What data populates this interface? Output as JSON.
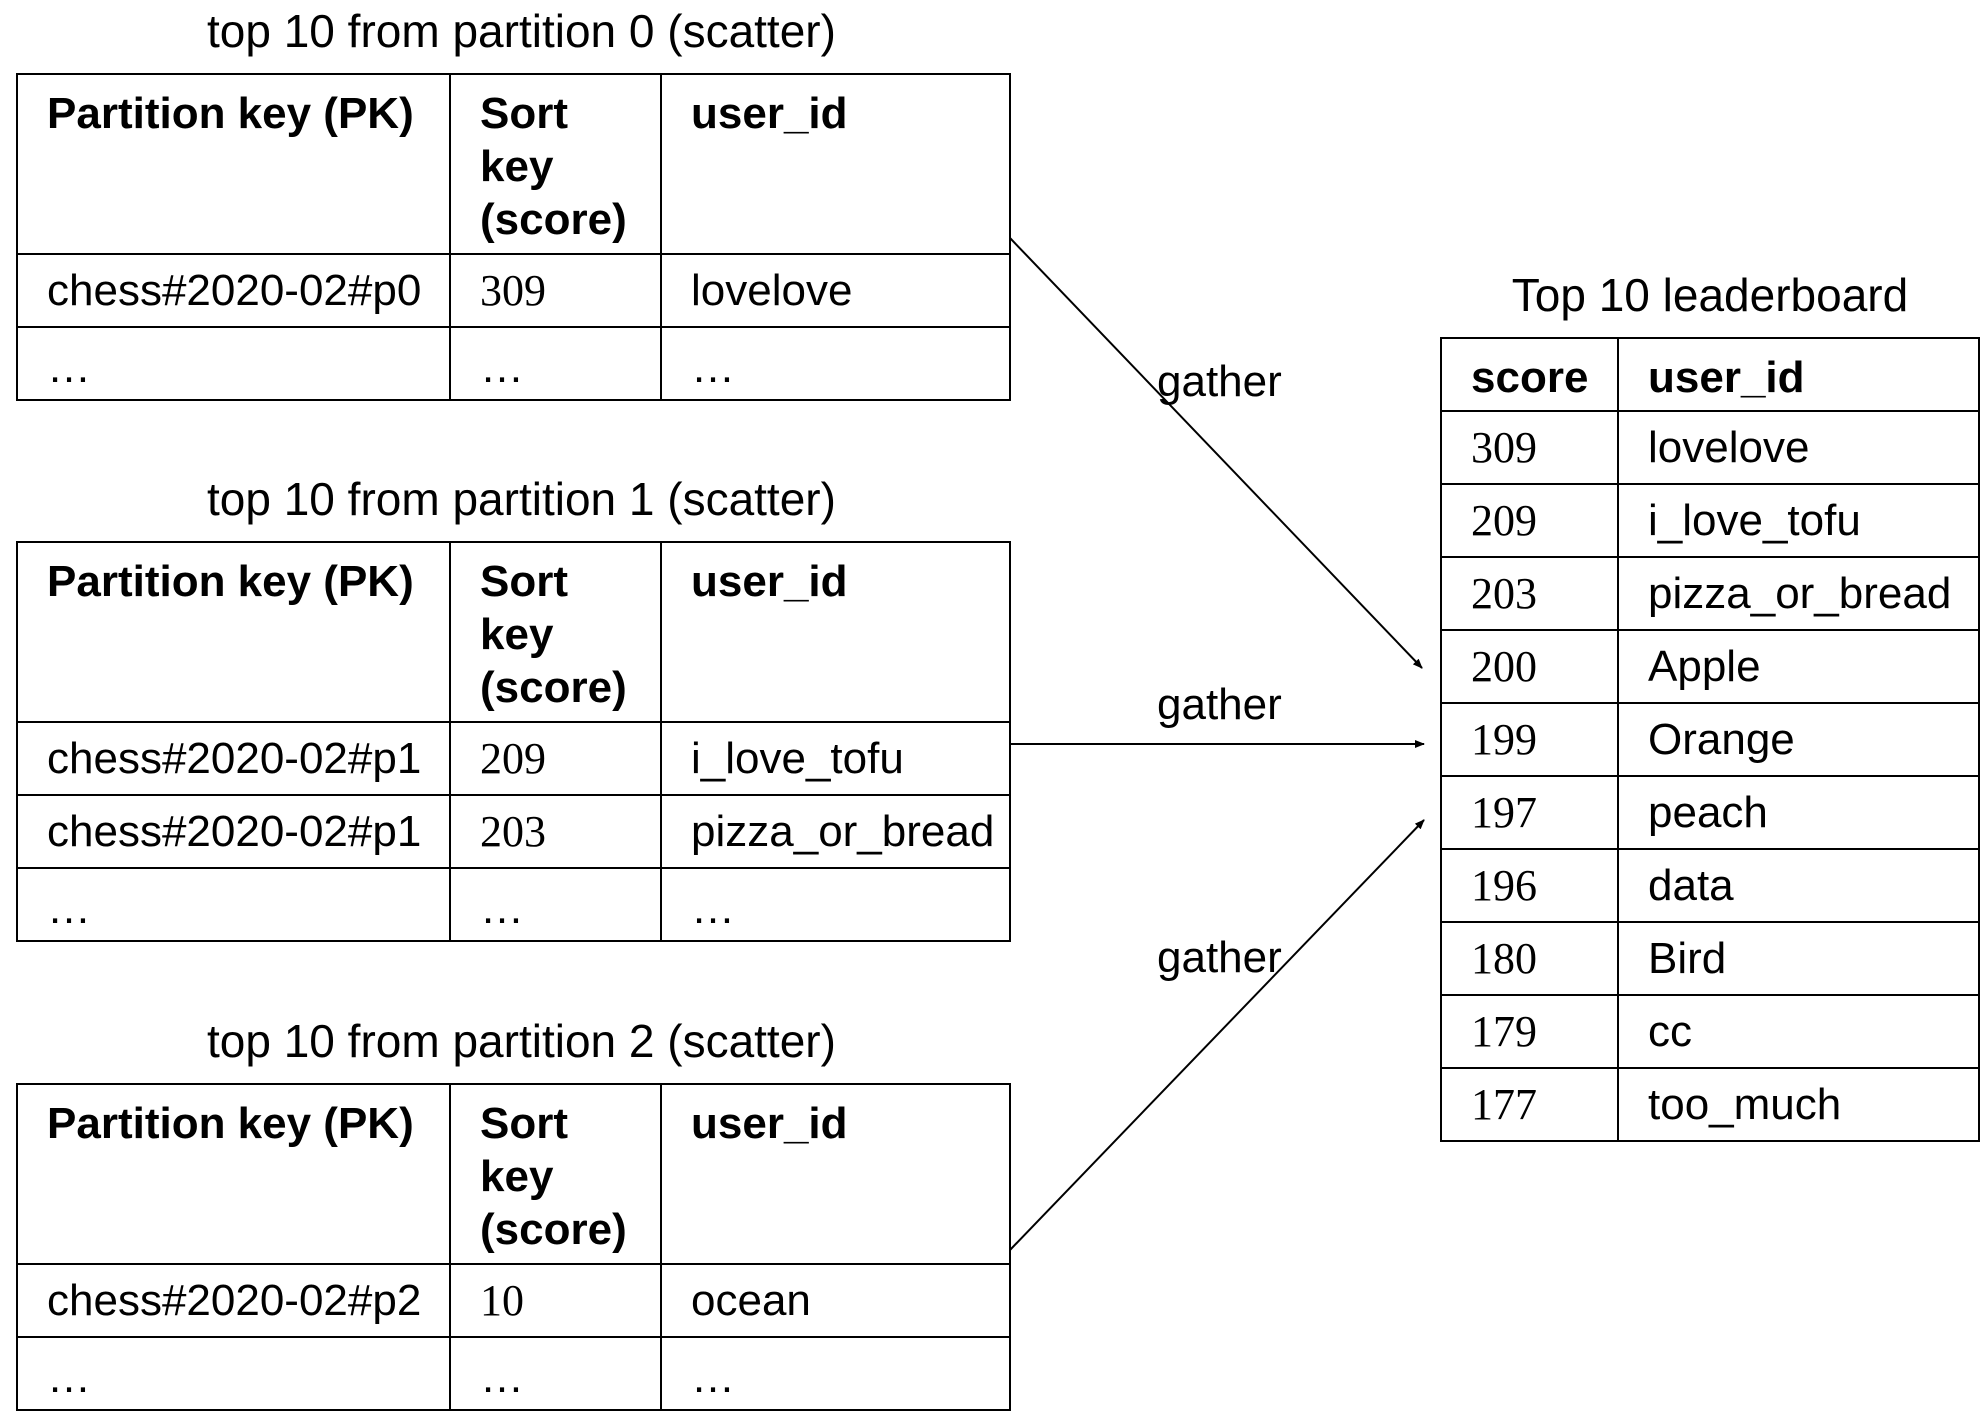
{
  "partitions": [
    {
      "caption": "top 10 from partition 0 (scatter)",
      "headers": [
        "Partition key (PK)",
        "Sort key (score)",
        "user_id"
      ],
      "rows": [
        [
          "chess#2020-02#p0",
          "309",
          "lovelove"
        ],
        [
          "…",
          "…",
          "…"
        ]
      ]
    },
    {
      "caption": "top 10 from partition 1 (scatter)",
      "headers": [
        "Partition key (PK)",
        "Sort key (score)",
        "user_id"
      ],
      "rows": [
        [
          "chess#2020-02#p1",
          "209",
          "i_love_tofu"
        ],
        [
          "chess#2020-02#p1",
          "203",
          "pizza_or_bread"
        ],
        [
          "…",
          "…",
          "…"
        ]
      ]
    },
    {
      "caption": "top 10 from partition 2 (scatter)",
      "headers": [
        "Partition key (PK)",
        "Sort key (score)",
        "user_id"
      ],
      "rows": [
        [
          "chess#2020-02#p2",
          "10",
          "ocean"
        ],
        [
          "…",
          "…",
          "…"
        ]
      ]
    }
  ],
  "gather_labels": [
    "gather",
    "gather",
    "gather"
  ],
  "leaderboard": {
    "caption": "Top 10 leaderboard",
    "headers": [
      "score",
      "user_id"
    ],
    "rows": [
      [
        "309",
        "lovelove"
      ],
      [
        "209",
        "i_love_tofu"
      ],
      [
        "203",
        "pizza_or_bread"
      ],
      [
        "200",
        "Apple"
      ],
      [
        "199",
        "Orange"
      ],
      [
        "197",
        "peach"
      ],
      [
        "196",
        "data"
      ],
      [
        "180",
        "Bird"
      ],
      [
        "179",
        "cc"
      ],
      [
        "177",
        "too_much"
      ]
    ]
  }
}
